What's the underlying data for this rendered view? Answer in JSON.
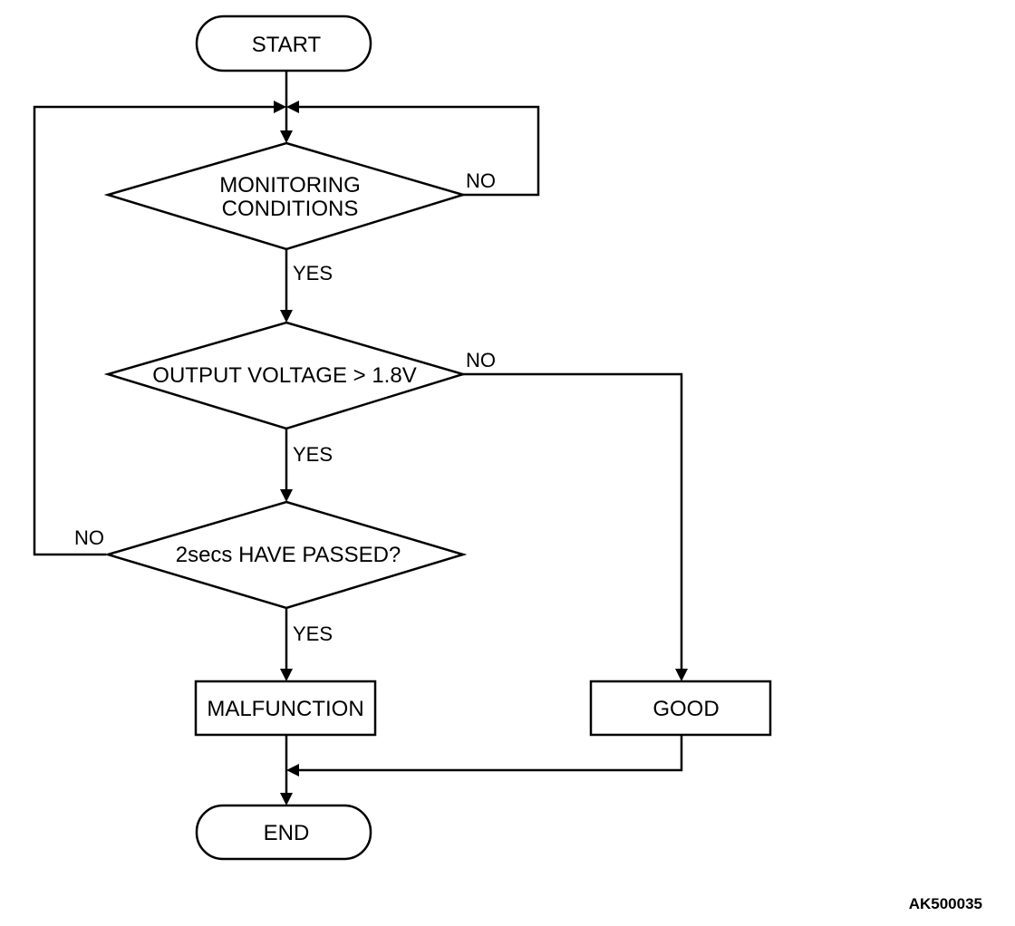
{
  "nodes": {
    "start": "START",
    "monitoring": [
      "MONITORING",
      "CONDITIONS"
    ],
    "voltage": "OUTPUT VOLTAGE > 1.8V",
    "passed": "2secs HAVE PASSED?",
    "malfunction": "MALFUNCTION",
    "good": "GOOD",
    "end": "END"
  },
  "branches": {
    "monitoring_no": "NO",
    "monitoring_yes": "YES",
    "voltage_no": "NO",
    "voltage_yes": "YES",
    "passed_no": "NO",
    "passed_yes": "YES"
  },
  "figure_ref": "AK500035"
}
